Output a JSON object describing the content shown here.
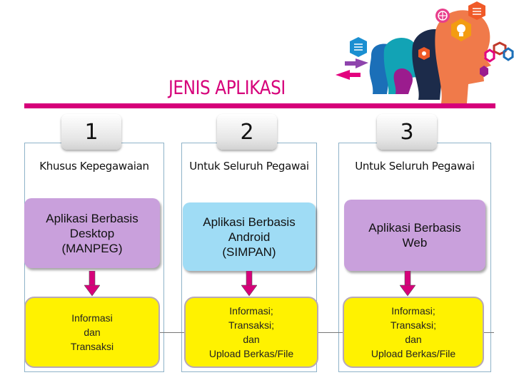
{
  "title": "JENIS APLIKASI",
  "columns": [
    {
      "number": "1",
      "audience": "Khusus Kepegawaian",
      "app": "Aplikasi Berbasis\nDesktop\n(MANPEG)",
      "app_color": "#c9a0dc",
      "features": "Informasi\ndan\nTransaksi"
    },
    {
      "number": "2",
      "audience": "Untuk Seluruh Pegawai",
      "app": "Aplikasi Berbasis\nAndroid\n(SIMPAN)",
      "app_color": "#9fdcf5",
      "features": "Informasi;\nTransaksi;\ndan\nUpload Berkas/File"
    },
    {
      "number": "3",
      "audience": "Untuk Seluruh Pegawai",
      "app": "Aplikasi Berbasis\nWeb",
      "app_color": "#c9a0dc",
      "features": "Informasi;\nTransaksi;\ndan\nUpload Berkas/File"
    }
  ],
  "colors": {
    "accent": "#d6007a",
    "info_box": "#fff200",
    "arrow": "#d6007a"
  },
  "icons": [
    "head-silhouettes-illustration",
    "lightbulb-icon",
    "globe-icon",
    "gear-icon",
    "exchange-arrows-icon"
  ]
}
